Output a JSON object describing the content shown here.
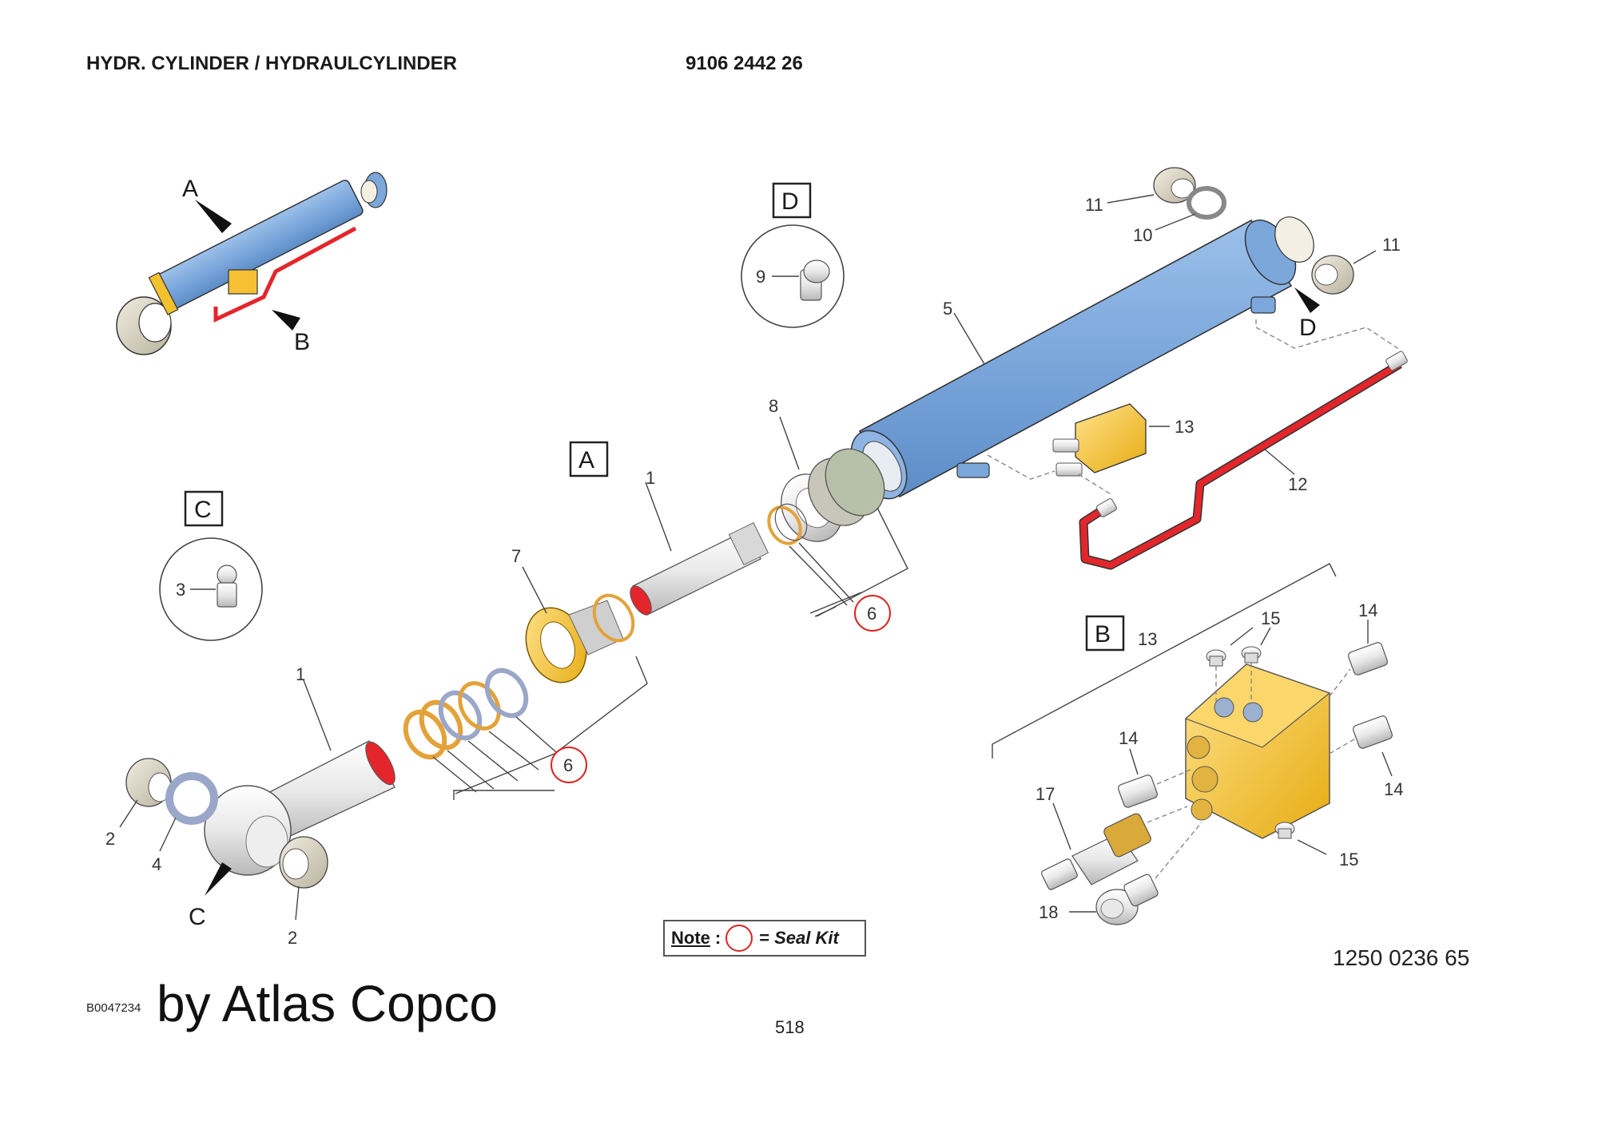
{
  "header": {
    "title": "HYDR. CYLINDER / HYDRAULCYLINDER",
    "part_number": "9106 2442 26"
  },
  "callouts": {
    "A": "A",
    "B": "B",
    "C": "C",
    "D": "D"
  },
  "items": {
    "i1": "1",
    "i2": "2",
    "i3": "3",
    "i4": "4",
    "i5": "5",
    "i6": "6",
    "i7": "7",
    "i8": "8",
    "i9": "9",
    "i10": "10",
    "i11": "11",
    "i12": "12",
    "i13": "13",
    "i14": "14",
    "i15": "15",
    "i17": "17",
    "i18": "18"
  },
  "note": {
    "label": "Note",
    "colon": ":",
    "equals": "=",
    "text": "Seal Kit"
  },
  "footer": {
    "drawing_number": "1250 0236 65",
    "code": "B0047234",
    "byline": "by Atlas Copco",
    "page": "518"
  },
  "colors": {
    "cylinder_blue": "#7ba7db",
    "seal_yellow": "#f2c12e",
    "hose_red": "#e3262b",
    "valve_yellow": "#f5c033",
    "seal_ring_red": "#dd2222"
  }
}
